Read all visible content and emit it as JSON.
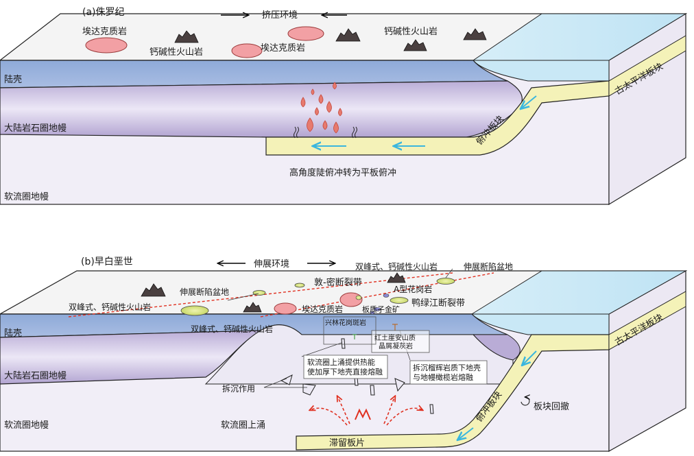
{
  "panel_a": {
    "title": "(a)侏罗纪",
    "environment": "挤压环境",
    "adakite_1": "埃达克质岩",
    "adakite_2": "埃达克质岩",
    "calc_alkaline_1": "钙碱性火山岩",
    "calc_alkaline_2": "钙碱性火山岩",
    "continental_crust": "陆壳",
    "lithospheric_mantle": "大陆岩石圈地幔",
    "asthenosphere": "软流圈地幔",
    "subducting_slab": "俯冲板块",
    "paleo_pacific": "古太平洋板块",
    "caption": "高角度陡俯冲转为平板俯冲"
  },
  "panel_b": {
    "title": "(b)早白垩世",
    "environment": "伸展环境",
    "bimodal_top": "双峰式、钙碱性火山岩",
    "rift_basin_right": "伸展断陷盆地",
    "rift_basin_left": "伸展断陷盆地",
    "dunmi_fault": "敦-密断裂带",
    "a_type_granite": "A型花岗岩",
    "bimodal_left": "双峰式、钙碱性火山岩",
    "adakite": "埃达克质岩",
    "plate_gold": "板质子金矿",
    "yalu_fault": "鸭绿江断裂带",
    "continental_crust": "陆壳",
    "bimodal_mid": "双峰式、钙碱性火山岩",
    "xinglin_porphyry": "兴林花岗斑岩",
    "hongtu_line1": "红土崖安山质",
    "hongtu_line2": "晶屑凝灰岩",
    "paleo_pacific": "古太平洋板块",
    "lithospheric_mantle": "大陆岩石圈地幔",
    "upwelling_note_1": "软流圈上涌提供热能",
    "upwelling_note_2": "使加厚下地壳直接熔融",
    "delamination_note_1": "拆沉榴辉岩质下地壳",
    "delamination_note_2": "与地幔橄榄岩熔融",
    "delamination": "拆沉作用",
    "subducting_slab": "俯冲板块",
    "rollback": "板块回撤",
    "asthenosphere": "软流圈地幔",
    "upwelling": "软流圈上涌",
    "stagnant_slab": "滞留板片"
  }
}
